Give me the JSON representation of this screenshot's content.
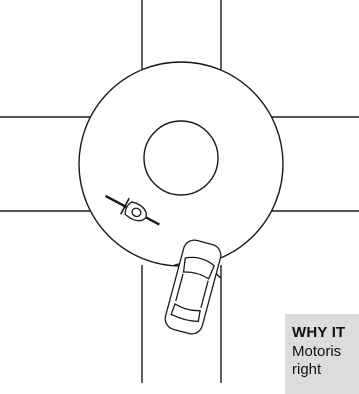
{
  "info_panel": {
    "heading": "WHY IT",
    "line_1": "Motoris",
    "line_2": "right"
  },
  "colors": {
    "line": "#1a1a1a",
    "panel_background": "#dcdcdc",
    "background": "#ffffff"
  },
  "icons": [
    "bicycle-with-rider-icon",
    "car-top-view-icon"
  ]
}
